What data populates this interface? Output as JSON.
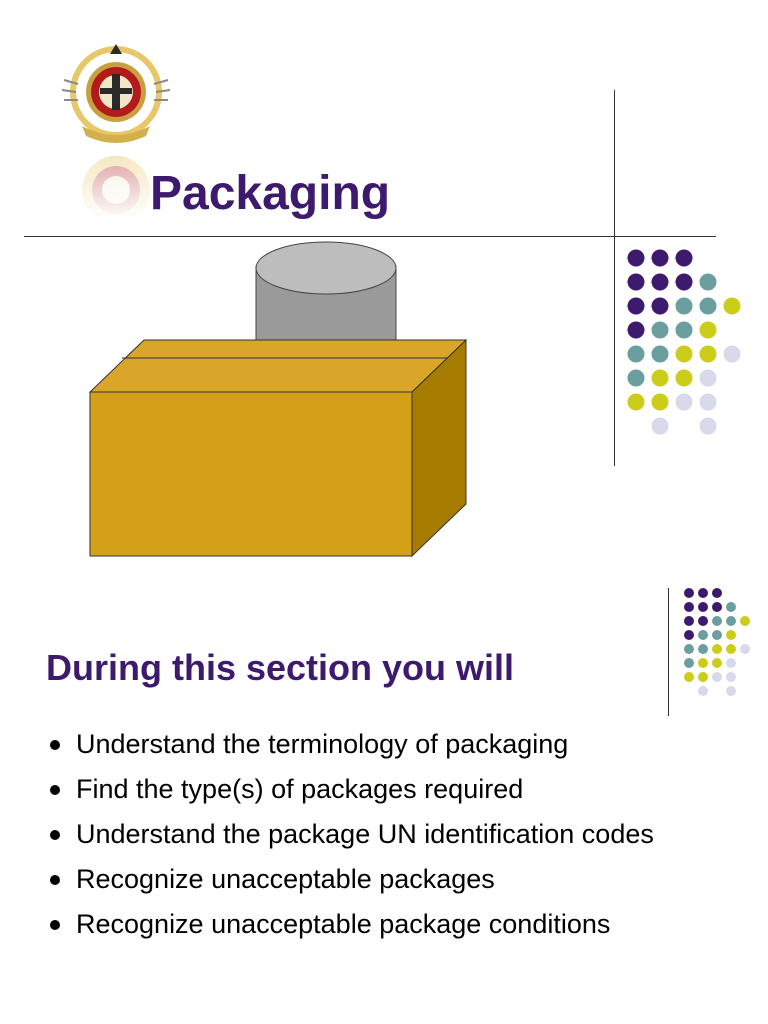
{
  "slide1": {
    "title": "Packaging"
  },
  "slide2": {
    "title": "During this section you will",
    "bullets": [
      "Understand the terminology of packaging",
      "Find the type(s) of packages required",
      "Understand the package UN identification codes",
      "Recognize unacceptable packages",
      "Recognize unacceptable package conditions"
    ]
  },
  "colors": {
    "title": "#3d1a6e",
    "box_front": "#d4a017",
    "box_top": "#d9a62a",
    "box_side": "#a67c00",
    "cylinder": "#9a9a9a",
    "dot_purple": "#3d1a6e",
    "dot_teal": "#6b9e9e",
    "dot_yellow": "#cccc1a",
    "dot_lavender": "#d9d9ec"
  },
  "icons": {
    "logo": "university-crest-icon",
    "decoration": "dot-grid-icon",
    "illustration": "box-with-cylinder-icon"
  }
}
